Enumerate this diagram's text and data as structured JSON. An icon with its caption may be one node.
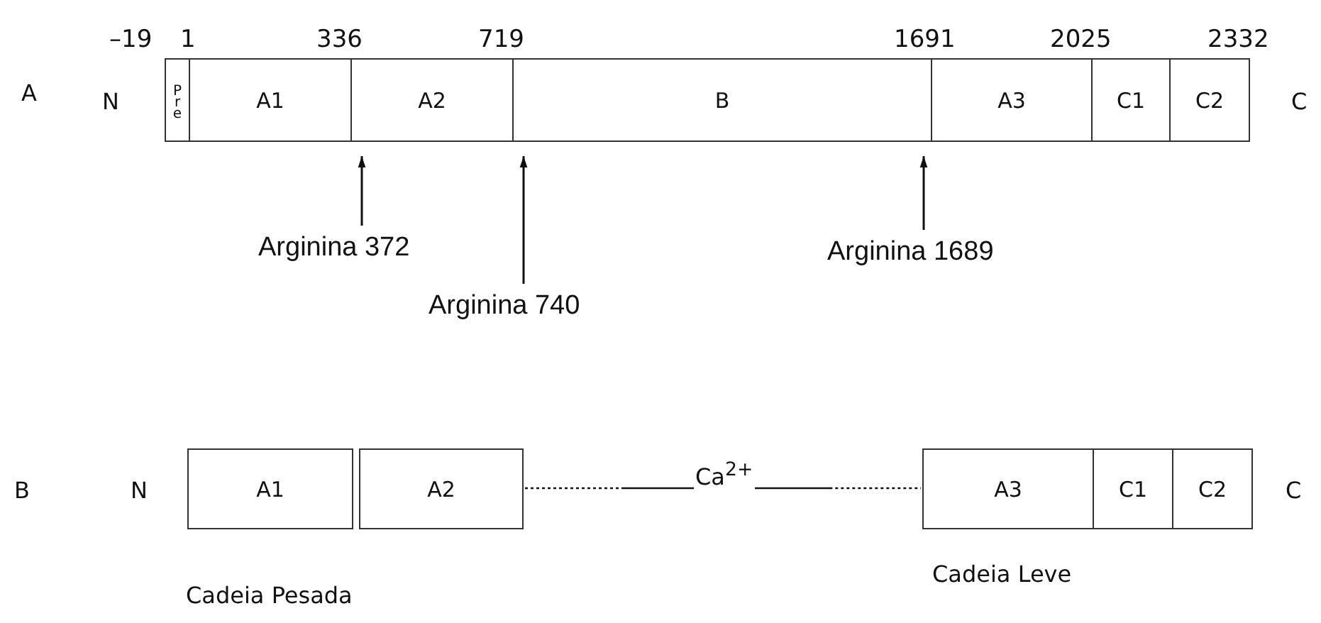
{
  "diagram": {
    "nodes": [
      {
        "text": [
          "Pre"
        ]
      },
      {
        "text": [
          "A1"
        ]
      },
      {
        "text": [
          "A2"
        ]
      },
      {
        "text": [
          "B"
        ]
      },
      {
        "text": [
          "A3"
        ]
      },
      {
        "text": [
          "C1"
        ]
      },
      {
        "text": [
          "C2"
        ]
      },
      {
        "text": [
          "Arginina 372"
        ]
      },
      {
        "text": [
          "Arginina 740"
        ]
      },
      {
        "text": [
          "Arginina 1689"
        ]
      },
      {
        "text": [
          "A1"
        ]
      },
      {
        "text": [
          "A2"
        ]
      },
      {
        "text": [
          "Ca$^{2+}$"
        ]
      },
      {
        "text": [
          "A3"
        ]
      },
      {
        "text": [
          "C1"
        ]
      },
      {
        "text": [
          "C2"
        ]
      }
    ],
    "edges": [
      {
        "from": 7,
        "to": 1,
        "arrow": "to"
      },
      {
        "from": 8,
        "to": 2,
        "arrow": "to"
      },
      {
        "from": 9,
        "to": 4,
        "arrow": "to"
      },
      {
        "from": 11,
        "to": 12,
        "arrow": "none",
        "style": "dashed"
      },
      {
        "from": 12,
        "to": 13,
        "arrow": "none",
        "style": "dashed"
      }
    ],
    "labels": [
      "–19",
      "1",
      "336",
      "719",
      "1691",
      "2025",
      "2332",
      "A",
      "N",
      "C",
      "B",
      "N",
      "C",
      "Cadeia Pesada",
      "Cadeia Leve"
    ]
  }
}
